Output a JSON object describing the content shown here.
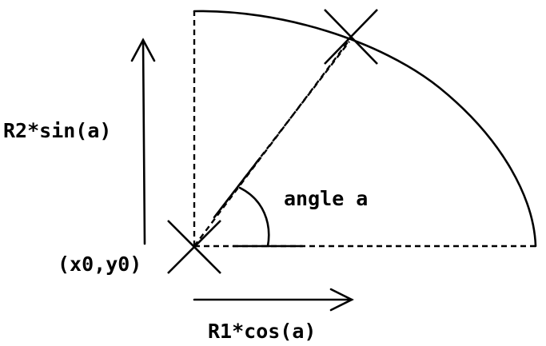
{
  "labels": {
    "vertical": "R2*sin(a)",
    "horizontal": "R1*cos(a)",
    "origin": "(x0,y0)",
    "angle": "angle a"
  }
}
